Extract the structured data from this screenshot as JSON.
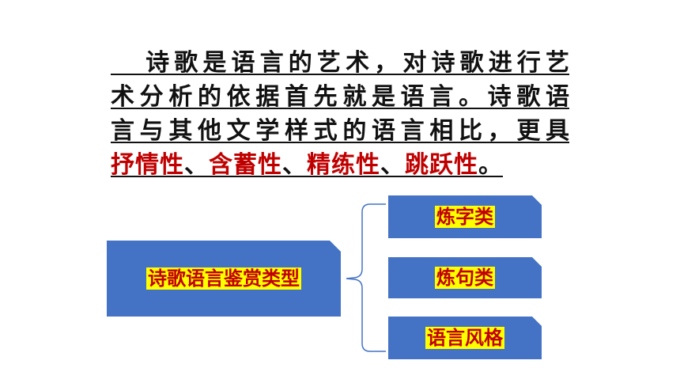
{
  "paragraph": {
    "line1": "诗歌是语言的艺术，对诗歌进行艺",
    "line2": "术分析的依据首先就是语言。诗歌语",
    "line3": "言与其他文学样式的语言相比，更具",
    "line4": {
      "term1": "抒情性",
      "sep1": "、",
      "term2": "含蓄性",
      "sep2": "、",
      "term3": "精练性",
      "sep3": "、",
      "term4": "跳跃性",
      "end": "。"
    }
  },
  "diagram": {
    "main_label": "诗歌语言鉴赏类型",
    "branches": [
      {
        "label": "炼字类"
      },
      {
        "label": "炼句类"
      },
      {
        "label": "语言风格"
      }
    ]
  },
  "colors": {
    "box_fill": "#4472c4",
    "label_highlight": "#ffff00",
    "label_text": "#c00000",
    "emphasis_red": "#c00000",
    "brace_line": "#4472c4"
  }
}
